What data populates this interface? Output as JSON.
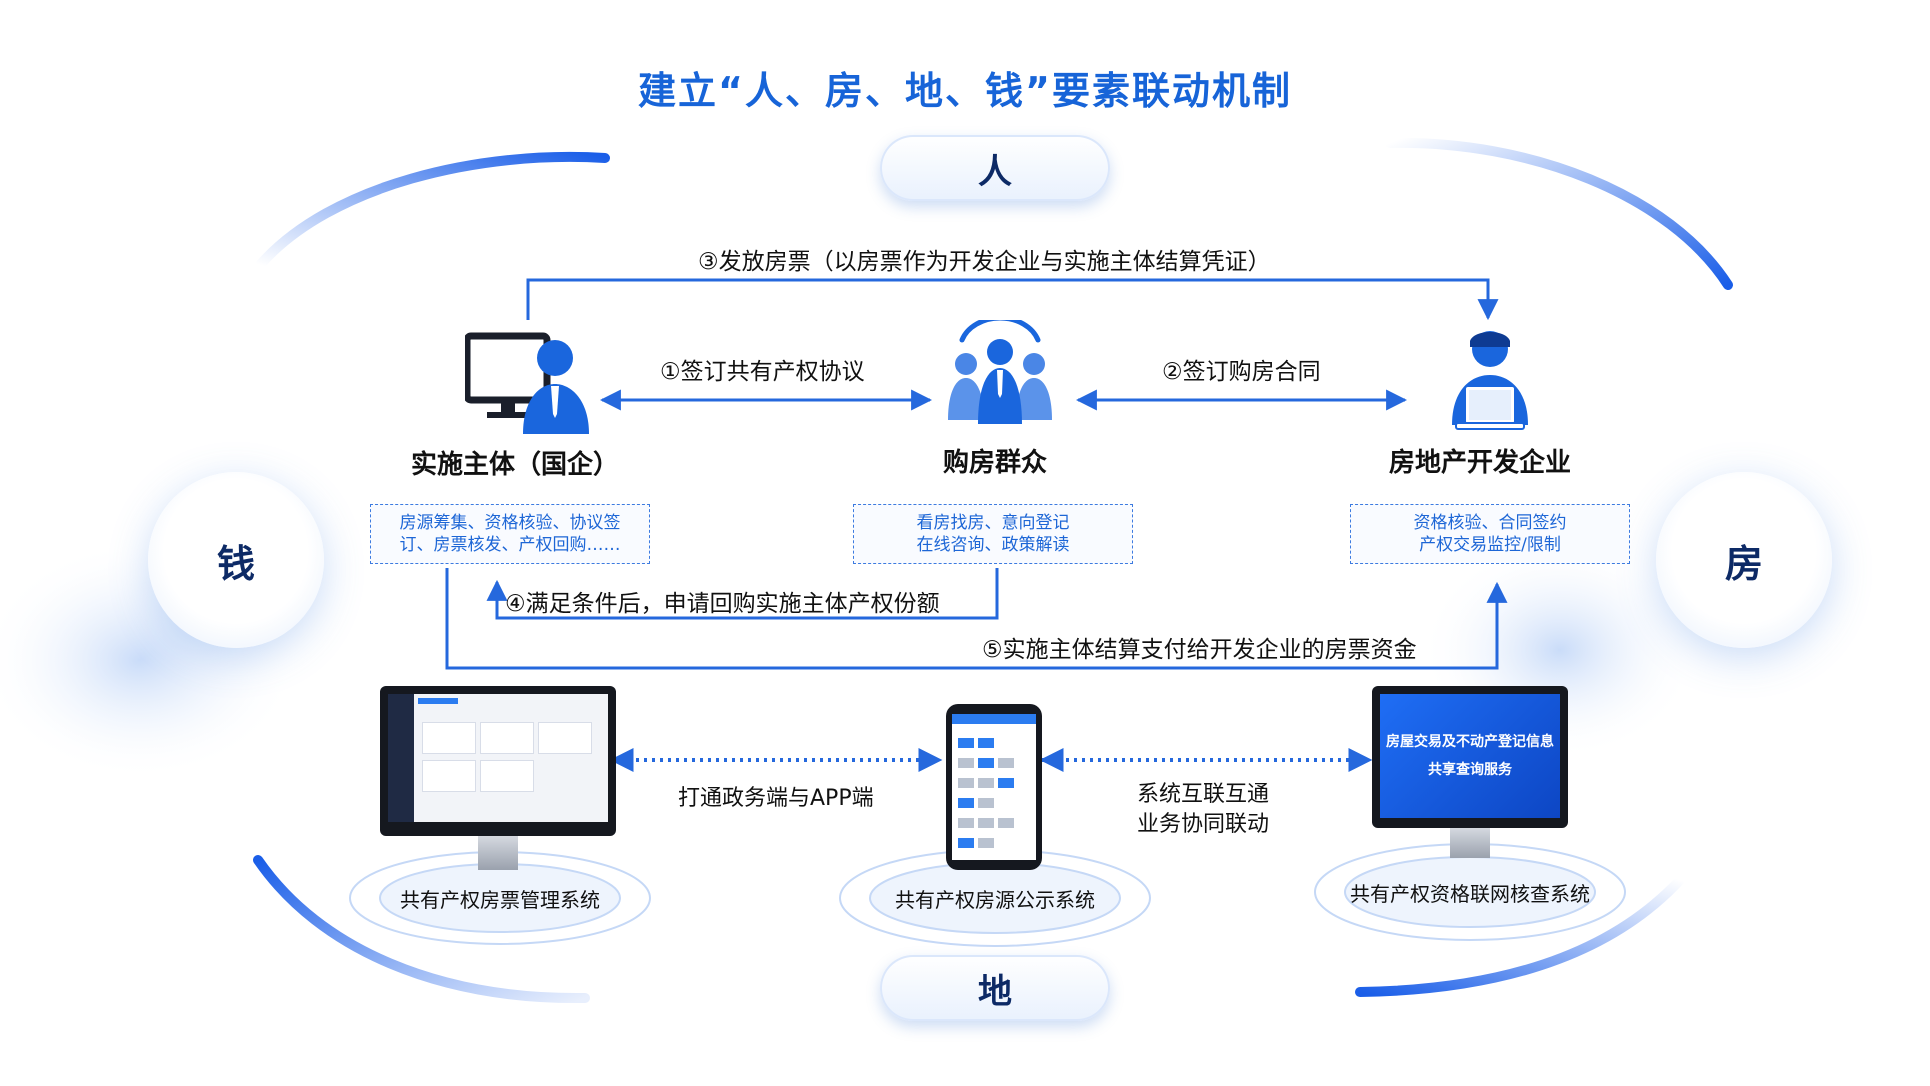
{
  "title": "建立“人、房、地、钱”要素联动机制",
  "elements": {
    "person": "人",
    "house": "房",
    "land": "地",
    "money": "钱"
  },
  "nodes": {
    "implementer": {
      "label": "实施主体（国企）",
      "tasks": [
        "房源筹集、资格核验、协议签",
        "订、房票核发、产权回购……"
      ]
    },
    "buyers": {
      "label": "购房群众",
      "tasks": [
        "看房找房、意向登记",
        "在线咨询、政策解读"
      ]
    },
    "developer": {
      "label": "房地产开发企业",
      "tasks": [
        "资格核验、合同签约",
        "产权交易监控/限制"
      ]
    }
  },
  "flows": {
    "f1": "①签订共有产权协议",
    "f2": "②签订购房合同",
    "f3": "③发放房票（以房票作为开发企业与实施主体结算凭证）",
    "f4": "④满足条件后，申请回购实施主体产权份额",
    "f5": "⑤实施主体结算支付给开发企业的房票资金"
  },
  "connections": {
    "left": "打通政务端与APP端",
    "right": [
      "系统互联互通",
      "业务协同联动"
    ]
  },
  "systems": {
    "s1": "共有产权房票管理系统",
    "s2": "共有产权房源公示系统",
    "s3": "共有产权资格联网核查系统"
  },
  "screen_text": [
    "房屋交易及不动产登记信息",
    "共享查询服务"
  ],
  "colors": {
    "primary": "#1a66dd",
    "dark": "#0d2a66",
    "accent": "#2b7cf0"
  },
  "icons": [
    "computer-person-icon",
    "group-icon",
    "laptop-person-icon",
    "monitor-icon",
    "phone-icon"
  ]
}
